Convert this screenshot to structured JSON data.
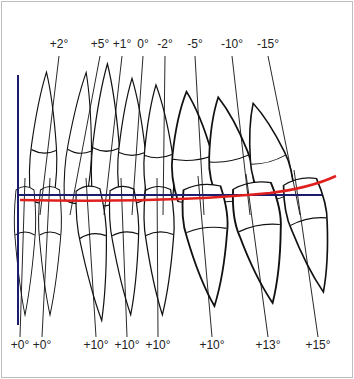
{
  "diagram": {
    "labels": [
      "+2°",
      "+5°",
      "+1°",
      "0°",
      "-2°",
      "-5°",
      "-10°",
      "-15°",
      "+0°",
      "+0°",
      "+10°",
      "+10°",
      "+10°",
      "+10°",
      "+13°",
      "+15°"
    ]
  }
}
